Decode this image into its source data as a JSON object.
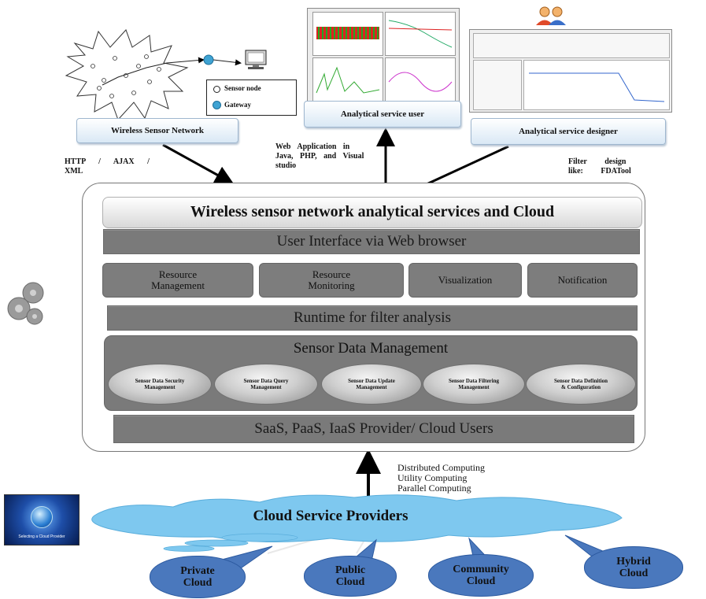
{
  "wsn": {
    "legend_sensor": "Sensor node",
    "legend_gateway": "Gateway",
    "title": "Wireless Sensor Network",
    "protocol_label": "HTTP / AJAX / XML"
  },
  "analytical_user": {
    "title": "Analytical service user",
    "web_app_note": "Web Application in Java, PHP, and Visual studio"
  },
  "analytical_designer": {
    "title": "Analytical service designer",
    "filter_note": "Filter design like: FDATool"
  },
  "cloud_platform": {
    "title": "Wireless sensor network analytical services and Cloud",
    "ui_layer": "User Interface via Web browser",
    "modules": [
      "Resource Management",
      "Resource Monitoring",
      "Visualization",
      "Notification"
    ],
    "runtime_layer": "Runtime for filter analysis",
    "sensor_data_title": "Sensor Data Management",
    "sensor_submodules": [
      "Sensor Data Security Management",
      "Sensor Data Query Management",
      "Sensor Data Update Management",
      "Sensor Data Filtering Management",
      "Sensor Data Definition & Configuration"
    ],
    "provider_layer": "SaaS, PaaS, IaaS Provider/ Cloud Users"
  },
  "computing": [
    "Distributed Computing",
    "Utility Computing",
    "Parallel Computing"
  ],
  "cloud_providers": {
    "title": "Cloud Service Providers",
    "logo_caption": "Selecting a Cloud Provider",
    "types": [
      "Private Cloud",
      "Public Cloud",
      "Community Cloud",
      "Hybrid Cloud"
    ]
  },
  "colors": {
    "cloud_blue": "#7ec8ef",
    "bubble_blue": "#4a78bd",
    "layer_grey": "#7a7a7a"
  }
}
